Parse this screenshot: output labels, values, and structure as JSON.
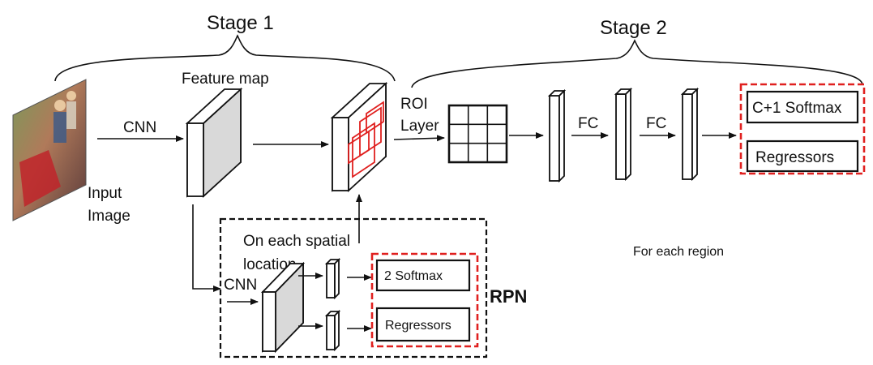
{
  "labels": {
    "stage1": "Stage 1",
    "stage2": "Stage 2",
    "feature_map": "Feature map",
    "cnn_top": "CNN",
    "input_line1": "Input",
    "input_line2": "Image",
    "roi_line1": "ROI",
    "roi_line2": "Layer",
    "fc1": "FC",
    "fc2": "FC",
    "c1_softmax": "C+1 Softmax",
    "regressors_top": "Regressors",
    "for_each_region": "For each region",
    "spatial_line1": "On each spatial",
    "spatial_line2": "location",
    "cnn_bottom": "CNN",
    "softmax2": "2 Softmax",
    "regressors_rpn": "Regressors",
    "rpn": "RPN"
  },
  "colors": {
    "accent_red": "#e0201f",
    "feature_face": "#d9d9d9",
    "stroke": "#111111"
  },
  "icons": {
    "input_image": "photo-thumbnail"
  }
}
